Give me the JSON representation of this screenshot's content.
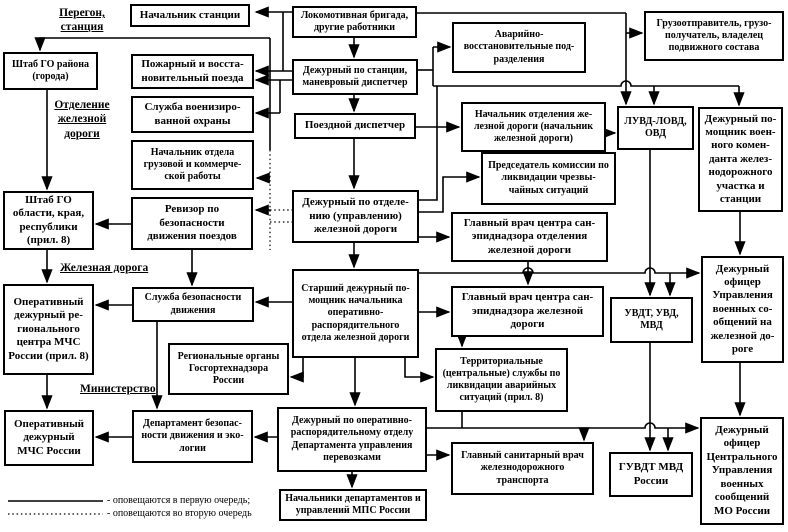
{
  "diagram": {
    "boxes": {
      "nachalnik_stancii": "Начальник станции",
      "lokomotivnaya_brigada": "Локомотивная бригада, другие работники",
      "gruzootpravitel": "Грузоотправитель, грузо-получатель, владелец подвижного состава",
      "shtab_go_raiona": "Штаб ГО района (города)",
      "pozharny_poezd": "Пожарный и восста-новительный поезда",
      "dezhurny_po_stancii": "Дежурный по станции, маневровый диспетчер",
      "avariyno_vosstanovitelnye": "Аварийно-восстановительные под-разделения",
      "sluzhba_okhrany": "Служба военизиро-ванной охраны",
      "poezdnoy_dispetcher": "Поездной диспетчер",
      "nachalnik_otdeleniya": "Начальник отделения же-лезной дороги (начальник железной дороги)",
      "luvd": "ЛУВД-ЛОВД, ОВД",
      "dezh_pomoshnik_komendanta": "Дежурный по-мощник воен-ного комен-данта желез-нодорожного участка и станции",
      "nachalnik_otdela_gruzovoy": "Начальник отдела грузовой и коммерче-ской работы",
      "predsedatel_komissii": "Председатель комиссии по ликвидации чрезвы-чайных ситуаций",
      "dezhurny_po_otdeleniyu": "Дежурный по отделе-нию (управлению) железной дороги",
      "shtab_go_oblasti": "Штаб ГО области, края, республики (прил. 8)",
      "revizor": "Ревизор по безопасности движения поездов",
      "glavvrach_otdeleniya": "Главный врач центра сан-эпиднадзора отделения железной дороги",
      "operativny_regionalny": "Оперативный дежурный ре-гионального центра МЧС России (прил. 8)",
      "sluzhba_bezopasnosti": "Служба безопасности движения",
      "starshy_dezhurny": "Старший дежурный по-мощник начальника оперативно-распорядительного отдела железной дороги",
      "glavvrach_zhd": "Главный врач центра сан-эпиднадзора железной дороги",
      "uvdt": "УВДТ, УВД, МВД",
      "dezh_ofitser_uvs": "Дежурный офицер Управления военных со-общений на железной до-роге",
      "regionalnye_organy": "Региональные органы Госгортехнадзора России",
      "territorialnye_sluzhby": "Территориальные (центральные) службы по ликвидации аварийных ситуаций (прил. 8)",
      "operativny_mchs": "Оперативный дежурный МЧС России",
      "departament_bezopasnosti": "Департамент безопас-ности движения и эко-логии",
      "dezhurny_po_operativno": "Дежурный по оперативно-распорядительному отделу Департамента управления перевозками",
      "glavny_sanitarny_vrach": "Главный санитарный врач железнодорожного транспорта",
      "guvdt": "ГУВДТ МВД России",
      "dezh_ofitser_central": "Дежурный офицер Центрального Управления военных сообщений МО России",
      "nachalniki_departamentov": "Начальники департаментов и управлений МПС России"
    },
    "labels": {
      "peregon": "Перегон, станция",
      "otdelenie": "Отделение железной дороги",
      "zheleznaya_doroga": "Железная дорога",
      "ministerstvo": "Министерство"
    },
    "legend": {
      "first": "- оповещаются в первую очередь;",
      "second": "- оповещаются во вторую очередь"
    },
    "colors": {
      "line": "#000000",
      "box_border": "#000000",
      "background": "#ffffff"
    }
  }
}
